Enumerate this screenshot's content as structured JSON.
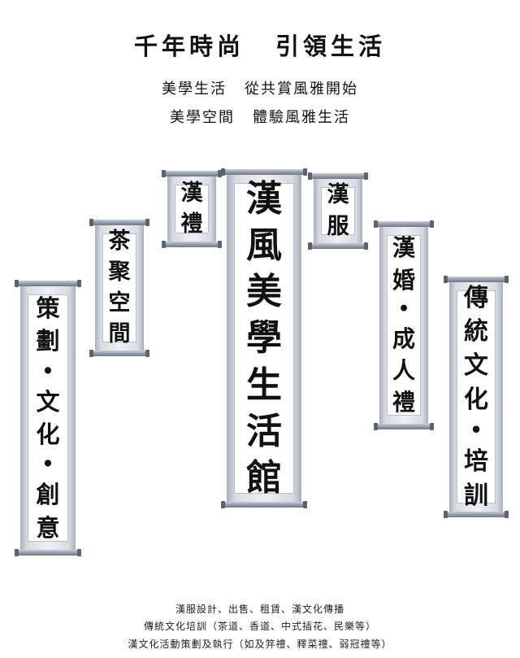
{
  "header": {
    "title_left": "千年時尚",
    "title_right": "引領生活",
    "subtitle1_left": "美學生活",
    "subtitle1_right": "從共賞風雅開始",
    "subtitle2_left": "美學空間",
    "subtitle2_right": "體驗風雅生活"
  },
  "scrolls": {
    "center": "漢風美學生活館",
    "han_li": "漢禮",
    "han_fu": "漢服",
    "tea_space": "茶聚空間",
    "wedding": "漢婚•成人禮",
    "planning": "策劃•文化•創意",
    "culture": "傳統文化•培訓"
  },
  "footer": {
    "line1": "漢服設計、出售、租賃、漢文化傳播",
    "line2": "傳統文化培訓（茶道、香道、中式插花、民樂等）",
    "line3": "漢文化活動策劃及執行（如及笄禮、釋菜禮、弱冠禮等）"
  }
}
